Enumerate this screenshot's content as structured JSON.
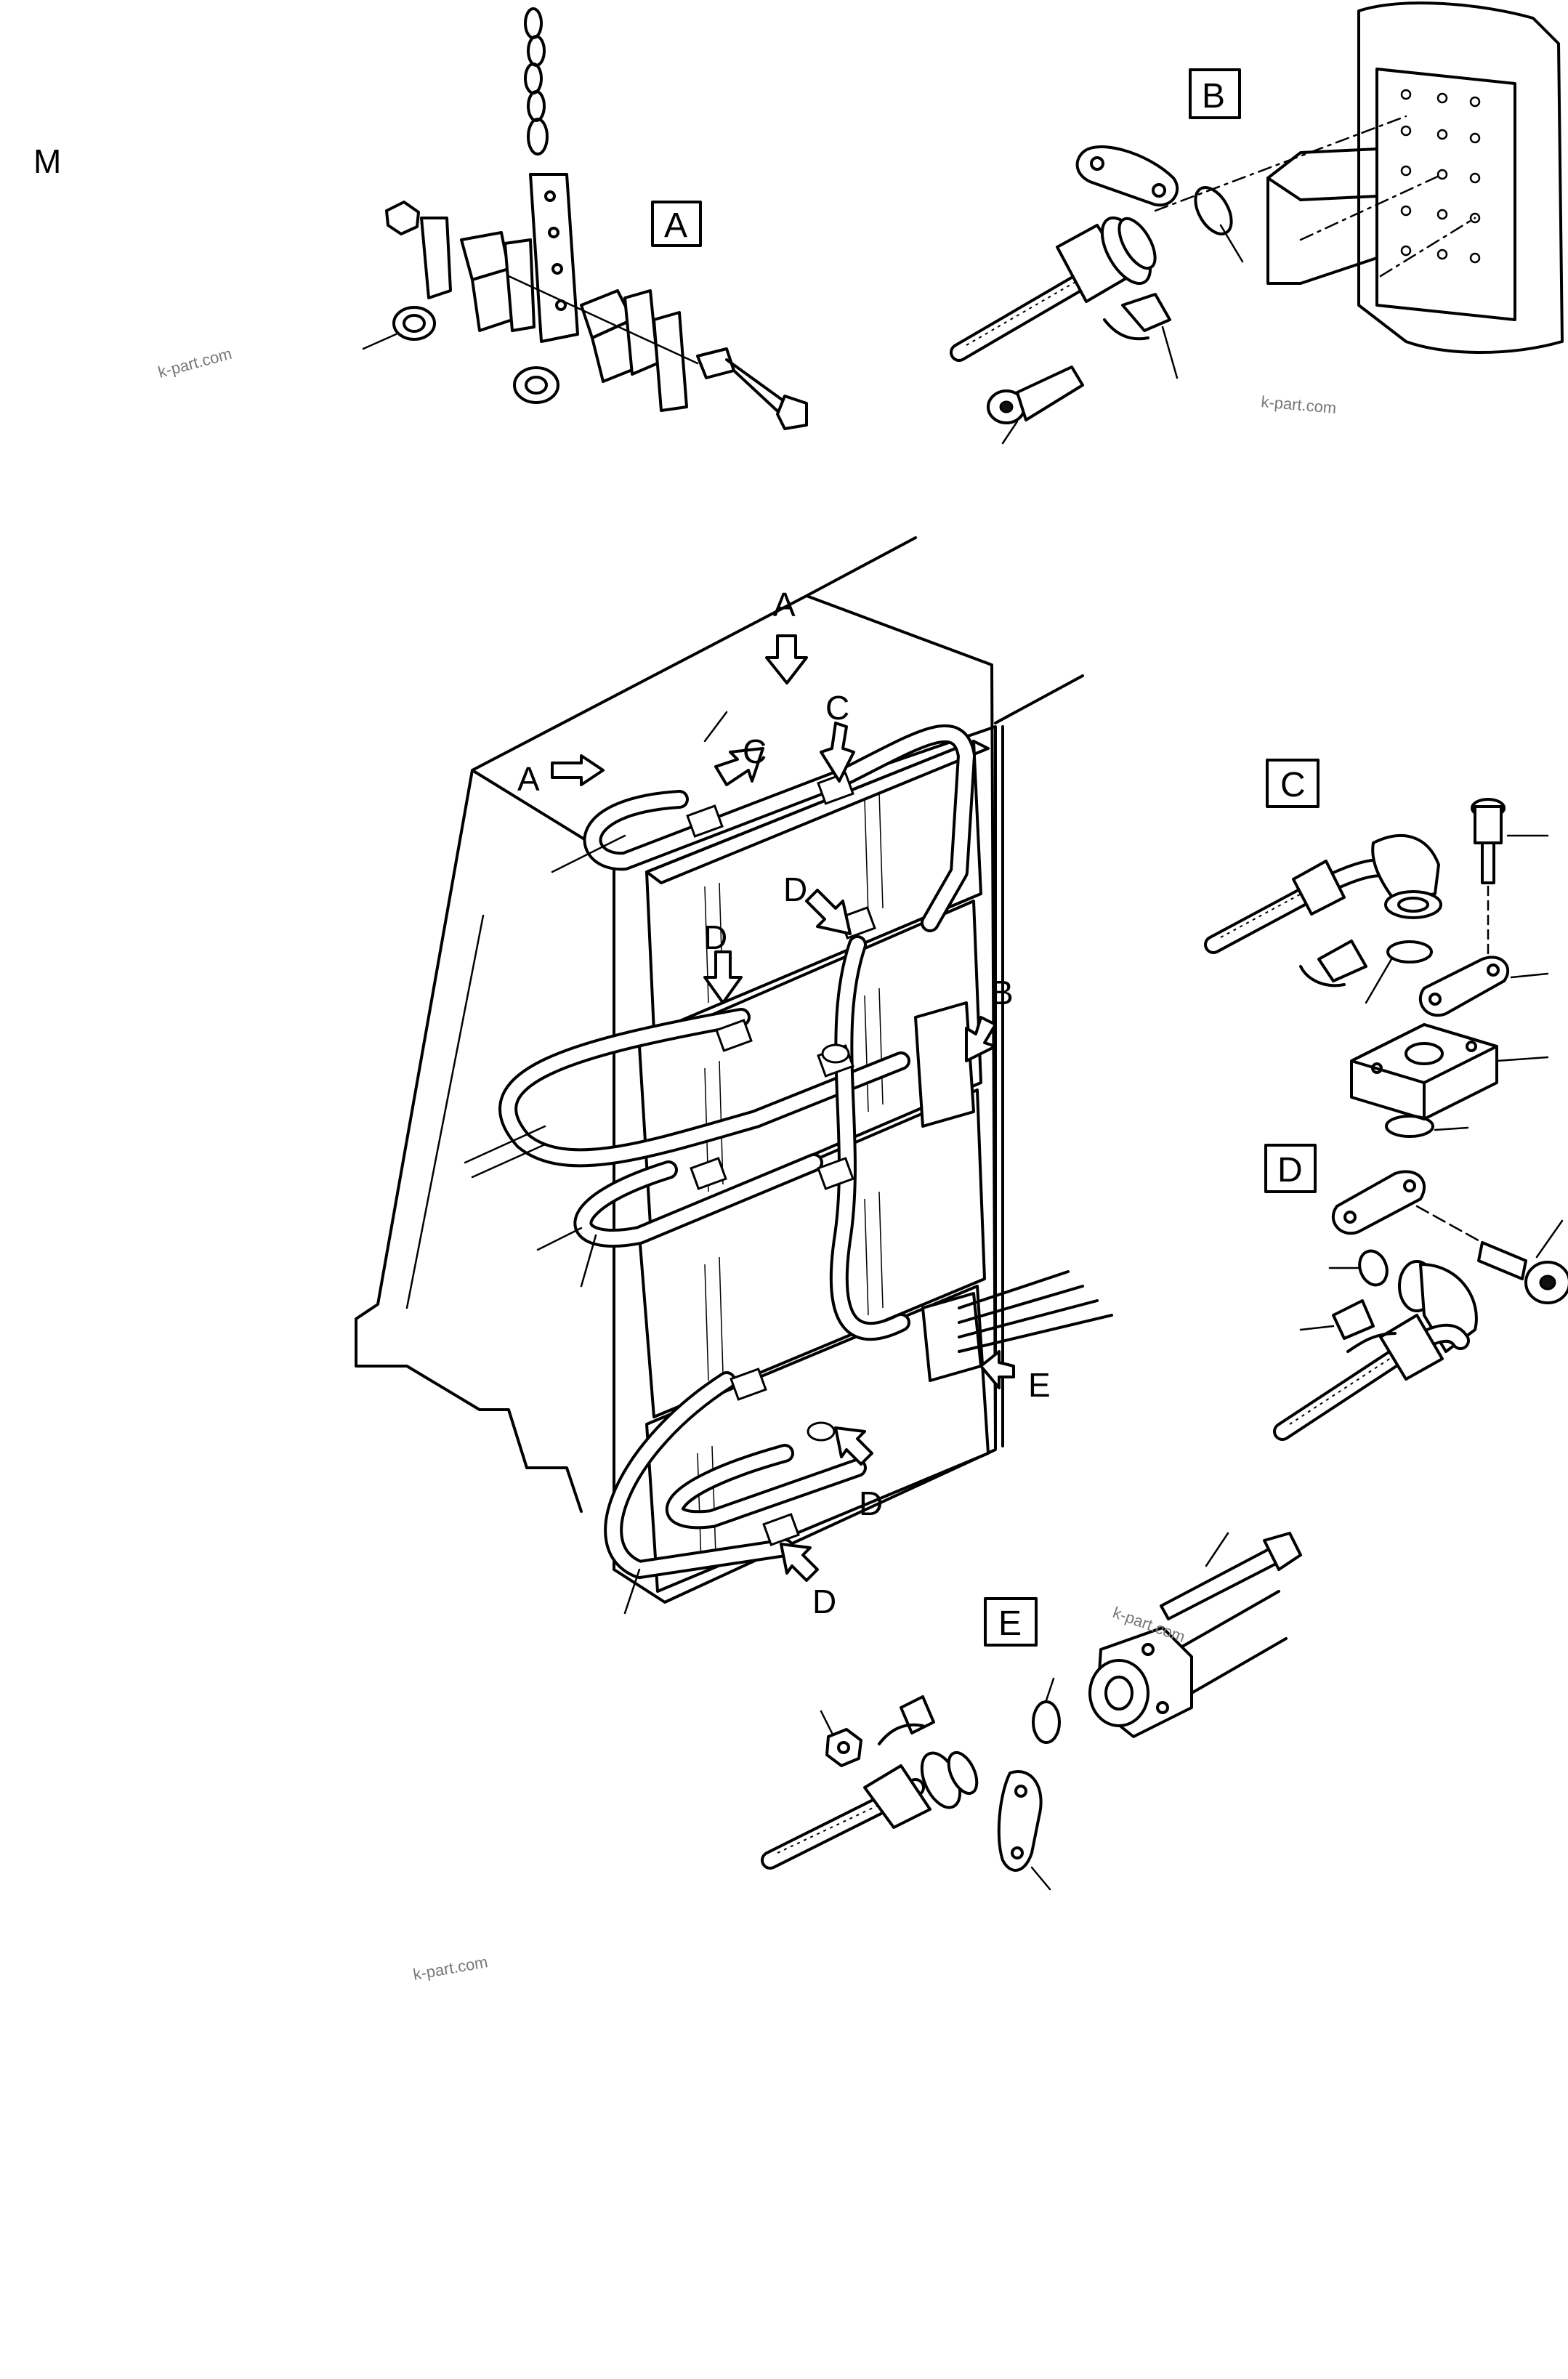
{
  "page_letter": "M",
  "detail_boxes": {
    "a": "A",
    "b": "B",
    "c": "C",
    "d": "D",
    "e": "E"
  },
  "callouts": {
    "a_top": "A",
    "a_left": "A",
    "c_left": "C",
    "c_right": "C",
    "d_upper_right": "D",
    "d_upper_left": "D",
    "b_side": "B",
    "e_side": "E",
    "d_lower_right": "D",
    "d_bottom": "D"
  },
  "watermarks": [
    "k-part.com",
    "k-part.com",
    "k-part.com",
    "k-part.com"
  ]
}
